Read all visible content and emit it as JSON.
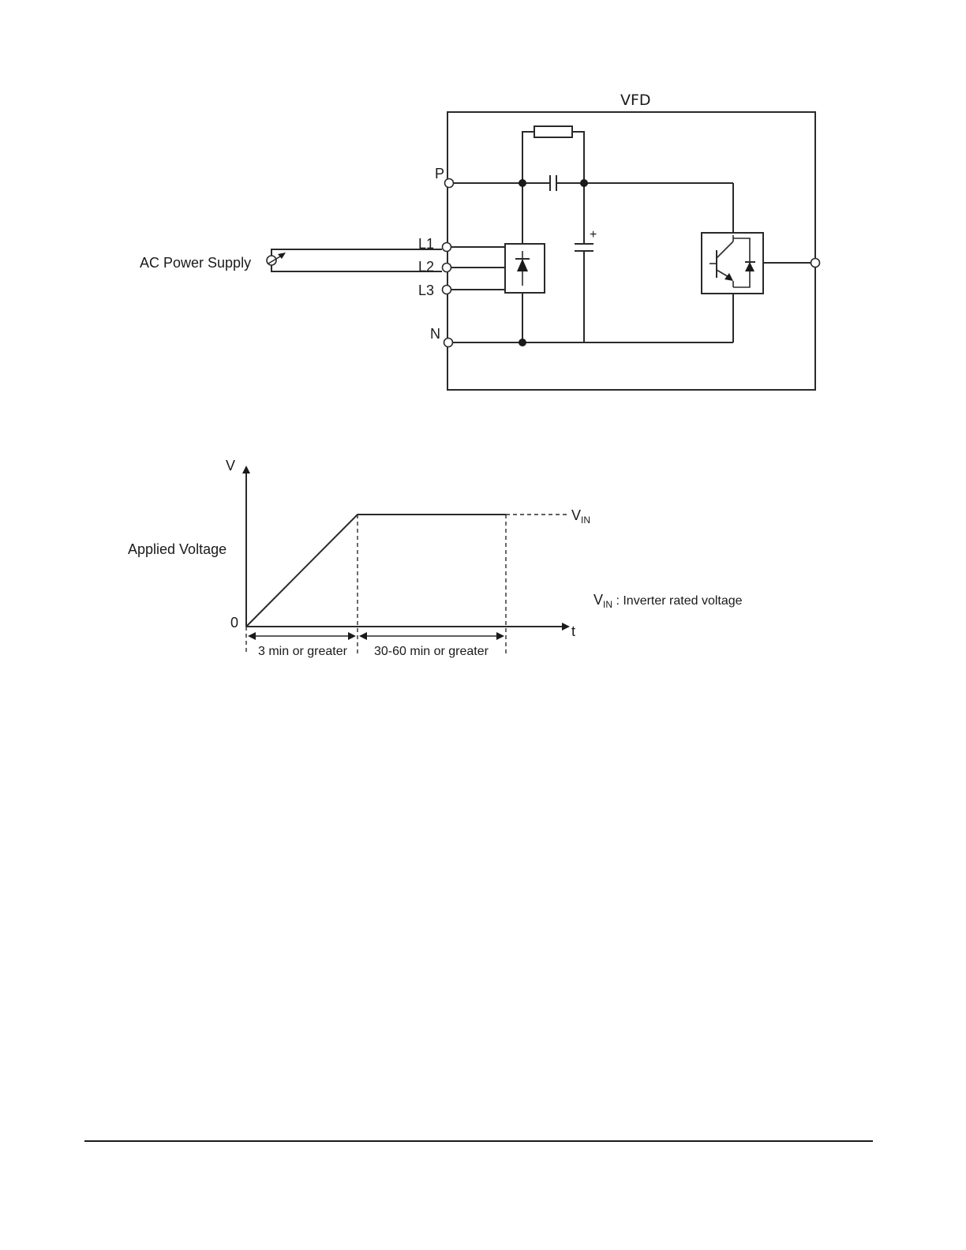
{
  "circuit": {
    "vfd_label": "VFD",
    "supply_label": "AC Power Supply",
    "terminals": {
      "p": "P",
      "l1": "L1",
      "l2": "L2",
      "l3": "L3",
      "n": "N"
    },
    "capacitor_polarity": "+"
  },
  "graph": {
    "y_axis_label": "V",
    "x_axis_label": "t",
    "origin_label": "0",
    "applied_voltage_label": "Applied Voltage",
    "vin_label_main": "V",
    "vin_label_sub": "IN",
    "legend_main": "V",
    "legend_sub": "IN",
    "legend_text": " : Inverter rated voltage",
    "interval_1": "3 min or greater",
    "interval_2": "30-60 min or greater"
  }
}
